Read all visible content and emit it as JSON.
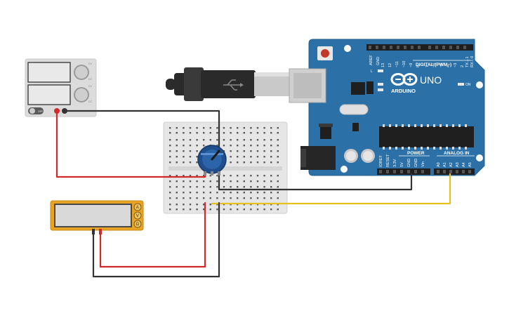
{
  "arduino": {
    "label_aref": "AREF",
    "label_gnd": "GND",
    "digital_pins": [
      "13",
      "12",
      "~11",
      "~10",
      "~9",
      "8",
      "7",
      "~6",
      "~5",
      "4",
      "~3",
      "2",
      "TX→1",
      "RX←0"
    ],
    "digital_label": "DIGITAL (PWM~)",
    "brand": "ARDUINO",
    "model": "UNO",
    "led_l": "L",
    "led_tx": "TX",
    "led_rx": "RX",
    "led_on": "ON",
    "power_label": "POWER",
    "power_pins": [
      "IOREF",
      "RESET",
      "3.3V",
      "5V",
      "GND",
      "GND",
      "Vin"
    ],
    "analog_label": "ANALOG IN",
    "analog_pins": [
      "A0",
      "A1",
      "A2",
      "A3",
      "A4",
      "A5"
    ],
    "board_color": "#2b71a8"
  },
  "multimeter": {
    "modes": [
      "A",
      "V",
      "Ω"
    ],
    "body_color": "#e8a322"
  },
  "power_supply": {
    "knob_labels_top": [
      "CV",
      "CC"
    ],
    "knob_labels_bottom": [
      "CV",
      "CC"
    ],
    "switch_label": "OFF"
  },
  "wires": {
    "red": "#d22a2a",
    "black": "#333333",
    "yellow": "#e6c11f"
  }
}
